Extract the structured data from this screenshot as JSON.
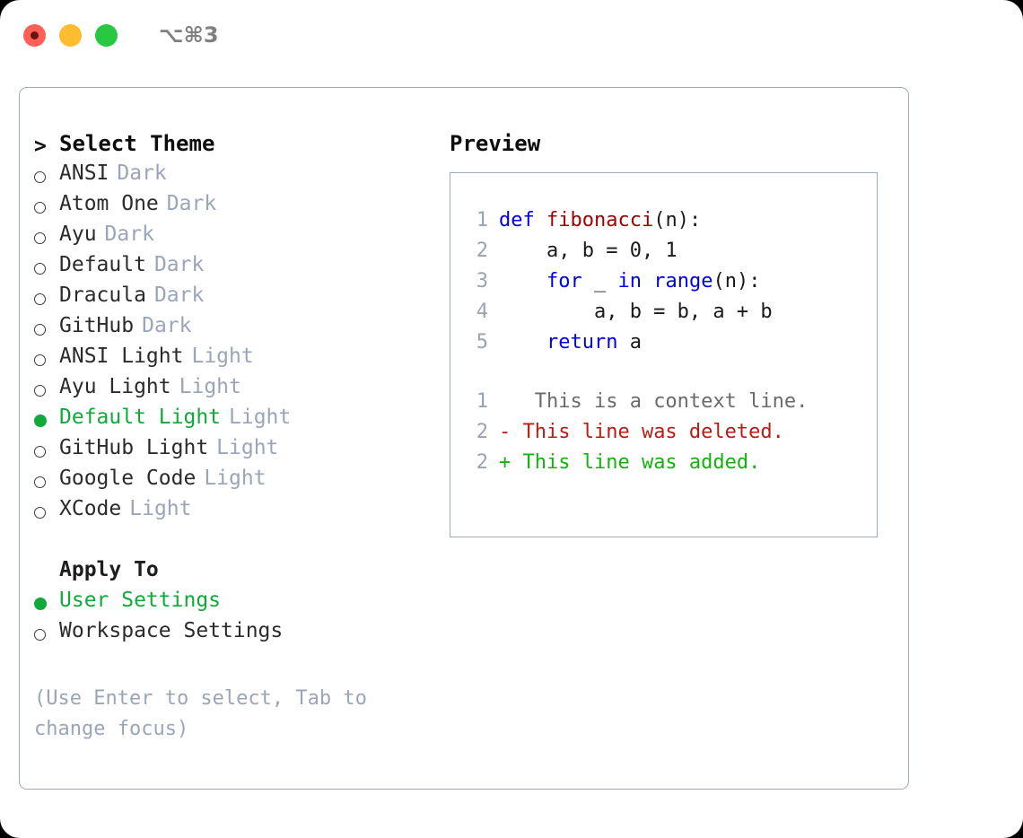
{
  "window": {
    "shortcut": "⌥⌘3",
    "traffic_lights": [
      {
        "name": "close",
        "color": "#ff5f57"
      },
      {
        "name": "minimize",
        "color": "#febc2e"
      },
      {
        "name": "maximize",
        "color": "#28c840"
      }
    ]
  },
  "theme_panel": {
    "title": "Select Theme",
    "caret": ">",
    "selected_theme": "Default Light",
    "items": [
      {
        "name": "ANSI",
        "badge": "Dark",
        "selected": false
      },
      {
        "name": "Atom One",
        "badge": "Dark",
        "selected": false
      },
      {
        "name": "Ayu",
        "badge": "Dark",
        "selected": false
      },
      {
        "name": "Default",
        "badge": "Dark",
        "selected": false
      },
      {
        "name": "Dracula",
        "badge": "Dark",
        "selected": false
      },
      {
        "name": "GitHub",
        "badge": "Dark",
        "selected": false
      },
      {
        "name": "ANSI Light",
        "badge": "Light",
        "selected": false
      },
      {
        "name": "Ayu Light",
        "badge": "Light",
        "selected": false
      },
      {
        "name": "Default Light",
        "badge": "Light",
        "selected": true
      },
      {
        "name": "GitHub Light",
        "badge": "Light",
        "selected": false
      },
      {
        "name": "Google Code",
        "badge": "Light",
        "selected": false
      },
      {
        "name": "XCode",
        "badge": "Light",
        "selected": false
      }
    ]
  },
  "apply_to": {
    "label": "Apply To",
    "selected": "User Settings",
    "items": [
      {
        "name": "User Settings",
        "selected": true
      },
      {
        "name": "Workspace Settings",
        "selected": false
      }
    ]
  },
  "hint": "(Use Enter to select, Tab to change focus)",
  "preview": {
    "heading": "Preview",
    "code_lines": [
      {
        "lineno": "1",
        "tokens": [
          {
            "text": "def ",
            "type": "kw"
          },
          {
            "text": "fibonacci",
            "type": "fn"
          },
          {
            "text": "(n):",
            "type": "plain"
          }
        ]
      },
      {
        "lineno": "2",
        "tokens": [
          {
            "text": "    a, b = 0, 1",
            "type": "plain"
          }
        ]
      },
      {
        "lineno": "3",
        "tokens": [
          {
            "text": "    ",
            "type": "plain"
          },
          {
            "text": "for",
            "type": "kw"
          },
          {
            "text": " _ ",
            "type": "plain"
          },
          {
            "text": "in",
            "type": "kw"
          },
          {
            "text": " ",
            "type": "plain"
          },
          {
            "text": "range",
            "type": "kw"
          },
          {
            "text": "(n):",
            "type": "plain"
          }
        ]
      },
      {
        "lineno": "4",
        "tokens": [
          {
            "text": "        a, b = b, a + b",
            "type": "plain"
          }
        ]
      },
      {
        "lineno": "5",
        "tokens": [
          {
            "text": "    ",
            "type": "plain"
          },
          {
            "text": "return",
            "type": "kw"
          },
          {
            "text": " a",
            "type": "plain"
          }
        ]
      }
    ],
    "diff_lines": [
      {
        "lineno": "1",
        "marker": " ",
        "text": "  This is a context line.",
        "kind": "context"
      },
      {
        "lineno": "2",
        "marker": "-",
        "text": " This line was deleted.",
        "kind": "deleted"
      },
      {
        "lineno": "2",
        "marker": "+",
        "text": " This line was added.",
        "kind": "added"
      }
    ]
  },
  "colors": {
    "accent_green": "#12a83c",
    "badge_gray": "#9aa6b8",
    "border": "#9facbd",
    "keyword_blue": "#0000e6",
    "function_red": "#a30000",
    "diff_deleted": "#b81d13",
    "diff_added": "#13b30f",
    "diff_context": "#6b6b6b",
    "lineno_gray": "#98a3b3"
  }
}
